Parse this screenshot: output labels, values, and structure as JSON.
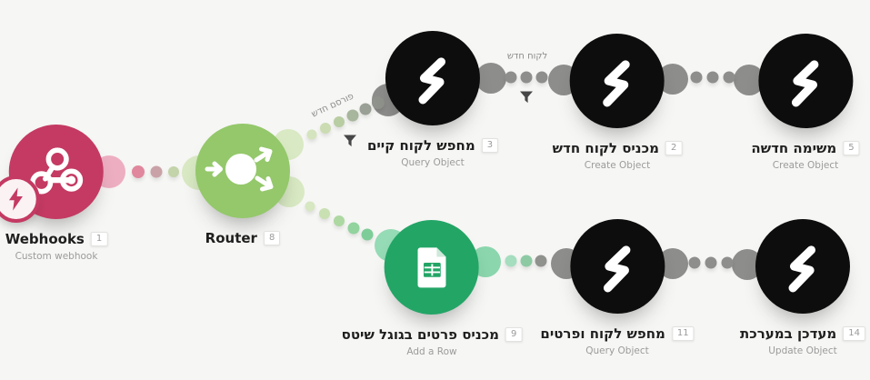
{
  "nodes": [
    {
      "id": "webhooks",
      "label": "Webhooks",
      "badge": "1",
      "sublabel": "Custom webhook",
      "color": "#c43a62",
      "icon": "webhook-icon",
      "extra_icon": "lightning-instant-trigger-icon"
    },
    {
      "id": "router",
      "label": "Router",
      "badge": "8",
      "sublabel": "",
      "color": "#94c86b",
      "icon": "router-arrows-icon"
    },
    {
      "id": "query-existing-customer",
      "label": "מחפש לקוח קיים",
      "badge": "3",
      "sublabel": "Query Object",
      "color": "#0d0d0d",
      "icon": "fireberry-bolt-icon"
    },
    {
      "id": "create-new-customer",
      "label": "מכניס לקוח חדש",
      "badge": "2",
      "sublabel": "Create Object",
      "color": "#0d0d0d",
      "icon": "fireberry-bolt-icon"
    },
    {
      "id": "new-task",
      "label": "משימה חדשה",
      "badge": "5",
      "sublabel": "Create Object",
      "color": "#0d0d0d",
      "icon": "fireberry-bolt-icon"
    },
    {
      "id": "sheets-add-row",
      "label": "מכניס פרטים בגוגל שיטס",
      "badge": "9",
      "sublabel": "Add a Row",
      "color": "#23a566",
      "icon": "google-sheets-icon"
    },
    {
      "id": "query-customer-details",
      "label": "מחפש לקוח ופרטים",
      "badge": "11",
      "sublabel": "Query Object",
      "color": "#0d0d0d",
      "icon": "fireberry-bolt-icon"
    },
    {
      "id": "update-system",
      "label": "מעדכן במערכת",
      "badge": "14",
      "sublabel": "Update Object",
      "color": "#0d0d0d",
      "icon": "fireberry-bolt-icon"
    }
  ],
  "connections": [
    {
      "from": "webhooks",
      "to": "router",
      "label": "",
      "filter": false
    },
    {
      "from": "router",
      "to": "query-existing-customer",
      "label": "פורסם חדש",
      "filter": true,
      "filter_icon": "filter-funnel-icon"
    },
    {
      "from": "query-existing-customer",
      "to": "create-new-customer",
      "label": "לקוח חדש",
      "filter": true,
      "filter_icon": "filter-funnel-icon"
    },
    {
      "from": "create-new-customer",
      "to": "new-task",
      "label": "",
      "filter": false
    },
    {
      "from": "router",
      "to": "sheets-add-row",
      "label": "",
      "filter": false
    },
    {
      "from": "sheets-add-row",
      "to": "query-customer-details",
      "label": "",
      "filter": false
    },
    {
      "from": "query-customer-details",
      "to": "update-system",
      "label": "",
      "filter": false
    }
  ],
  "colors": {
    "canvas_bg": "#f6f6f4",
    "webhook_crimson": "#c43a62",
    "router_green": "#94c86b",
    "sheets_green": "#23a566",
    "module_black": "#0d0d0d",
    "connection_gray": "#8d8d8b",
    "label_text": "#1f1f1f",
    "sublabel_text": "#9b9b9b"
  }
}
